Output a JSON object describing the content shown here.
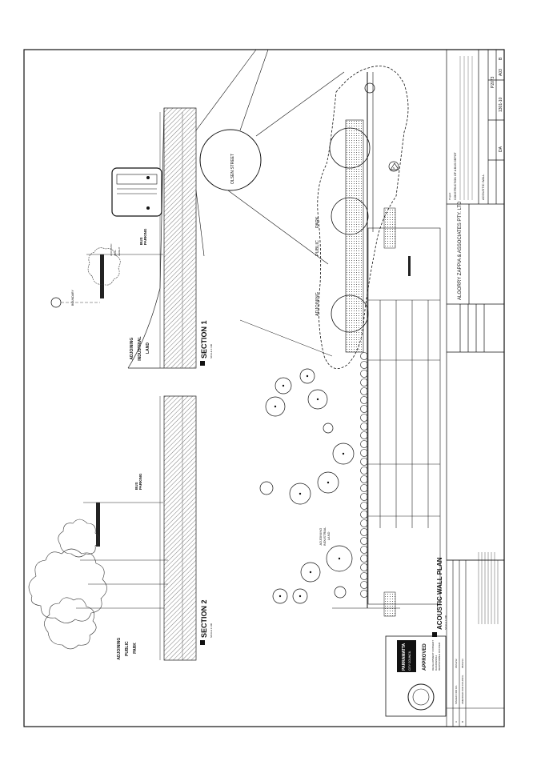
{
  "sections": {
    "section1": {
      "title": "SECTION 1",
      "scale": "SCALE 1:100",
      "labels": [
        "ADJOINING",
        "INDUSTRIAL",
        "LAND"
      ],
      "bus_parking": [
        "BUS",
        "PARKING"
      ],
      "boundary": "BOUNDARY"
    },
    "section2": {
      "title": "SECTION 2",
      "scale": "SCALE 1:100",
      "labels": [
        "ADJOINING",
        "PUBLIC",
        "PARK"
      ],
      "bus_parking": [
        "BUS",
        "PARKING"
      ]
    }
  },
  "plan": {
    "title": "ACOUSTIC WALL PLAN",
    "scale": "SCALE 1:200",
    "street": "OLSEN STREET",
    "park_labels": [
      "ADJOINING",
      "PUBLIC",
      "PARK"
    ],
    "industrial_labels": [
      "ADJOINING",
      "INDUSTRIAL",
      "LAND"
    ],
    "north": "N"
  },
  "stamp": {
    "council_line1": "PARRAMATTA",
    "council_line2": "CITY COUNCIL",
    "status": "APPROVED",
    "details": [
      "DEVELOPMENT CONSENT",
      "DA/1000/2012",
      "RESPONSIBLE OFFICER"
    ]
  },
  "revisions": [
    {
      "rev": "A",
      "desc": "ISSUED FOR DA",
      "date": "18/12/12"
    },
    {
      "rev": "B",
      "desc": "AMENDED FOR COUNCIL",
      "date": "05/03/13"
    }
  ],
  "title_block": {
    "firm": "ALGORRY ZAPPIA  &  ASSOCIATES PTY. LTD",
    "project_heading": "Project",
    "project_desc": "CONSTRUCTION OF A BUS DEPOT",
    "drawing_title": "ACOUSTIC WALL",
    "dwg_no": "1301-10",
    "sheet": "A03",
    "rev": "B",
    "stage": "DA",
    "job": "P2073"
  }
}
